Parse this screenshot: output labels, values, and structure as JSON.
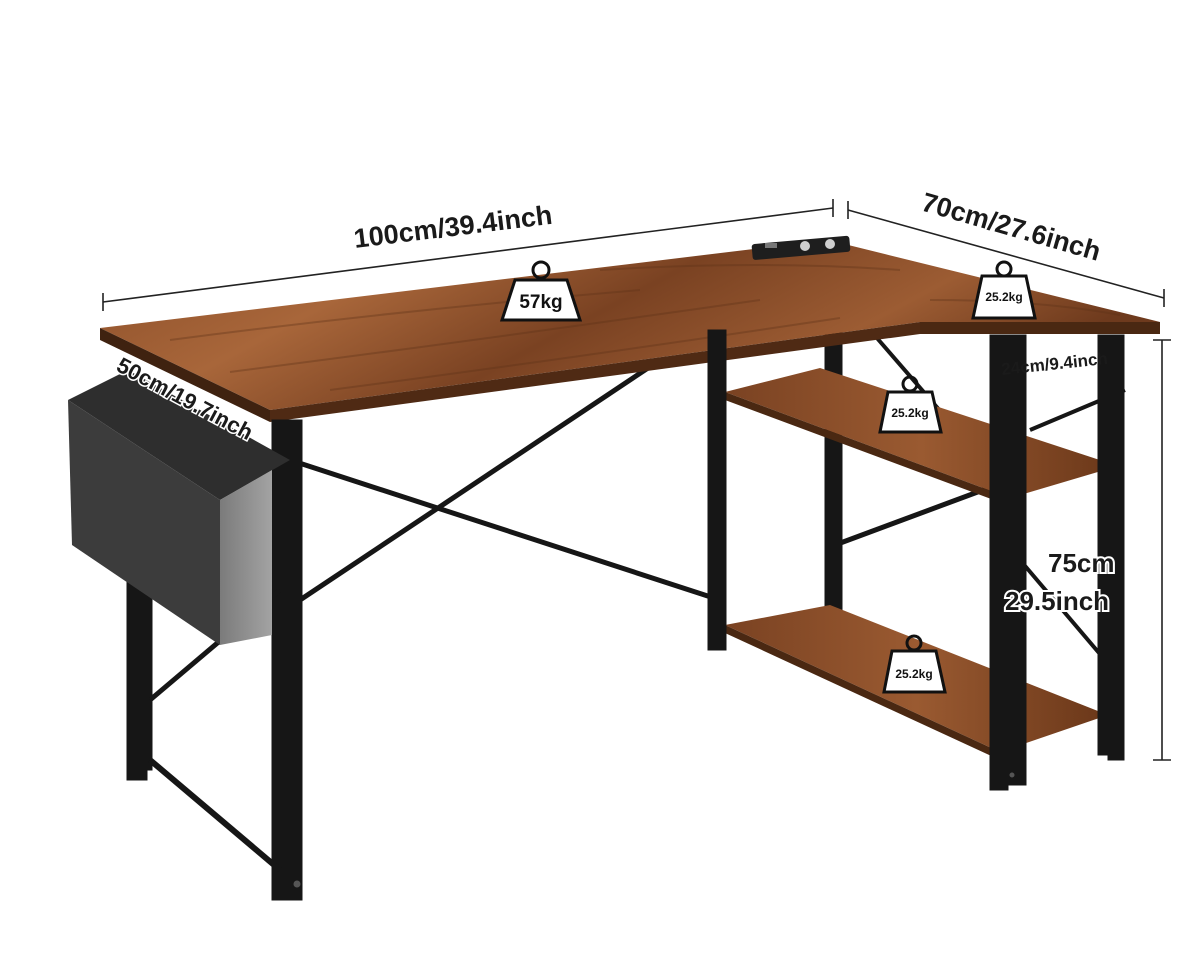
{
  "colors": {
    "wood_light": "#a8663a",
    "wood_dark": "#5e3319",
    "frame": "#161616",
    "bag": "#3c3c3c",
    "bag_side": "#8f8f8f",
    "dimension_line": "#222222"
  },
  "dimensions": {
    "width_main": "100cm/39.4inch",
    "width_side": "70cm/27.6inch",
    "depth_main": "50cm/19.7inch",
    "depth_side": "24cm/9.4inch",
    "height_cm": "75cm",
    "height_inch": "29.5inch"
  },
  "weights": {
    "desktop": "57kg",
    "side_top": "25.2kg",
    "shelf_middle": "25.2kg",
    "shelf_bottom": "25.2kg"
  },
  "icons": [
    "weight-icon",
    "cup-holder-icon",
    "power-outlet-icon"
  ]
}
